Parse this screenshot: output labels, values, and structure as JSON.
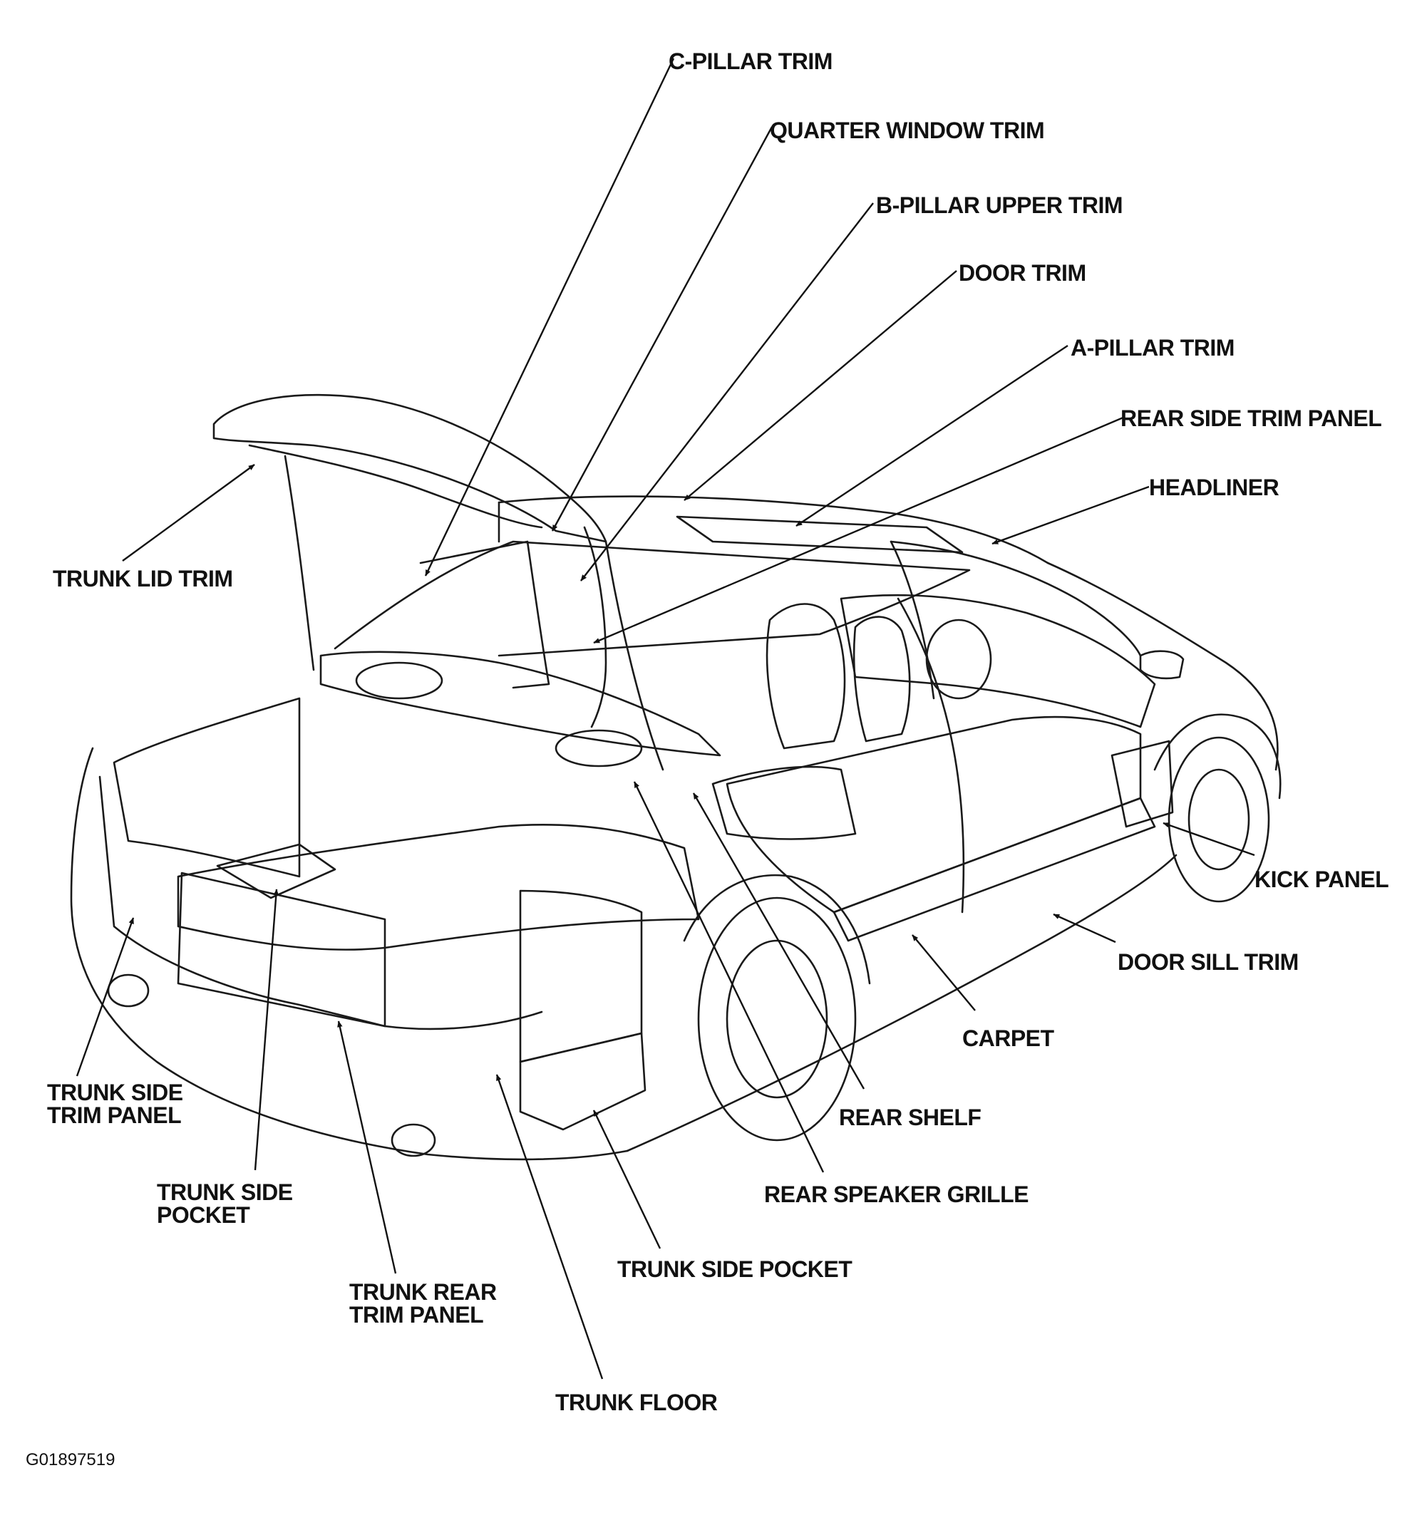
{
  "labels": {
    "c_pillar_trim": "C-PILLAR TRIM",
    "quarter_window_trim": "QUARTER WINDOW TRIM",
    "b_pillar_upper_trim": "B-PILLAR UPPER TRIM",
    "door_trim": "DOOR TRIM",
    "a_pillar_trim": "A-PILLAR TRIM",
    "rear_side_trim_panel": "REAR SIDE TRIM PANEL",
    "headliner": "HEADLINER",
    "trunk_lid_trim": "TRUNK LID TRIM",
    "kick_panel": "KICK PANEL",
    "door_sill_trim": "DOOR SILL TRIM",
    "carpet": "CARPET",
    "rear_shelf": "REAR SHELF",
    "rear_speaker_grille": "REAR SPEAKER GRILLE",
    "trunk_side_pocket_right": "TRUNK SIDE POCKET",
    "trunk_side_trim_panel_line1": "TRUNK SIDE",
    "trunk_side_trim_panel_line2": "TRIM PANEL",
    "trunk_side_pocket_left_line1": "TRUNK SIDE",
    "trunk_side_pocket_left_line2": "POCKET",
    "trunk_rear_trim_panel_line1": "TRUNK REAR",
    "trunk_rear_trim_panel_line2": "TRIM PANEL",
    "trunk_floor": "TRUNK FLOOR"
  },
  "figure_code": "G01897519"
}
